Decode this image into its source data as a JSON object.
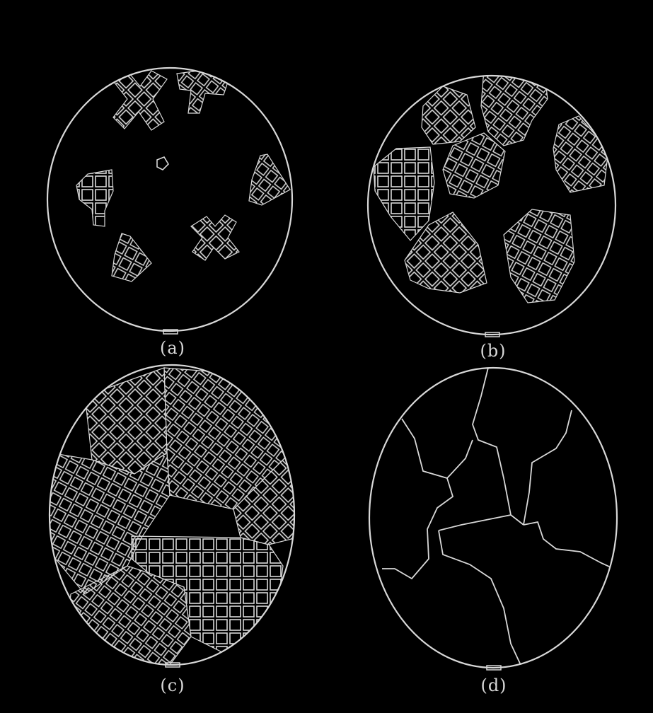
{
  "colors": {
    "background": "#000000",
    "stroke": "#d8d8d8"
  },
  "panels": [
    {
      "id": "a",
      "label": "(a)",
      "stage": "nuclei-forming"
    },
    {
      "id": "b",
      "label": "(b)",
      "stage": "crystals-growing"
    },
    {
      "id": "c",
      "label": "(c)",
      "stage": "crystals-impinging"
    },
    {
      "id": "d",
      "label": "(d)",
      "stage": "grain-boundaries"
    }
  ]
}
